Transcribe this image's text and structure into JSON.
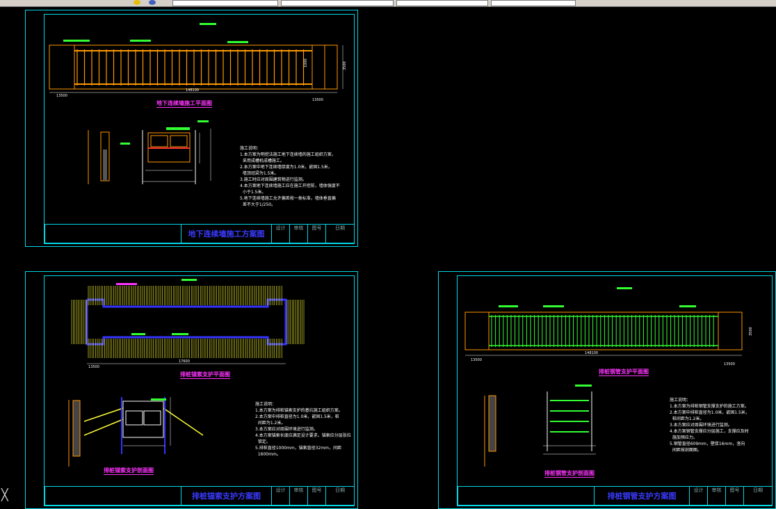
{
  "colors": {
    "frame": "#00d8e8",
    "pile": "#ff9900",
    "hatch": "#ffff33",
    "tube": "#33ff33",
    "annot": "#ff33ff",
    "blue": "#3333ff",
    "text": "#ffffff"
  },
  "sheet1": {
    "title": "地下连续墙施工方案图",
    "plan_caption": "地下连续墙施工平面图",
    "dims": {
      "total": "148100",
      "side_left": "13500",
      "side_right": "13500",
      "height_a": "3500",
      "height_b": "1000"
    },
    "notes": "施工说明：\n1.本方案为明挖法施工地下连续墙的施工组织方案，\n  采用成槽机成槽施工。\n2.本方案中地下连续墙厚度为1.0米，嵌固1.5米，\n  墙顶冠梁为1.5米。\n3.施工时应对周围建筑物进行监测。\n4.本方案地下连续墙施工应在施工开挖前，墙体强度不\n  小于1.5米。\n5.地下连续墙施工允许偏差按一类标准，墙体垂直偏\n  差不大于1/250。",
    "tblock": [
      "设计",
      "审核",
      "图号",
      "日期"
    ]
  },
  "sheet2": {
    "title": "排桩锚索支护方案图",
    "plan_caption": "排桩锚索支护平面图",
    "section_caption": "排桩锚索支护剖面图",
    "dims": {
      "total": "17600",
      "side": "13500"
    },
    "notes": "施工说明：\n1.本方案为排桩锚索支护的基坑施工组织方案。\n2.本方案中排桩直径为1.0米，嵌固1.5米，桩\n  间距为1.2米。\n3.本方案应对周围环境进行监测。\n4.本方案锚索长度应满足设计要求，锚索应分层张拉\n  锁定。\n5.排桩直径1000mm，锚索直径32mm，间距\n  1600mm。",
    "tblock": [
      "设计",
      "审核",
      "图号",
      "日期"
    ]
  },
  "sheet3": {
    "title": "排桩钢管支护方案图",
    "plan_caption": "排桩钢管支护平面图",
    "section_caption": "排桩钢管支护剖面图",
    "dims": {
      "total": "148100",
      "side_left": "13500",
      "side_right": "13500",
      "height": "3500"
    },
    "notes": "施工说明：\n1.本方案为排桩钢管支撑支护的施工方案。\n2.本方案中排桩直径为1.0米，嵌固1.5米，\n  桩间距为1.2米。\n3.本方案应对周围环境进行监测。\n4.本方案钢管支撑应分层施工，支撑应及时\n  施加预应力。\n5.钢管直径609mm，壁厚16mm，竖向\n  间距按剖面图。",
    "tblock": [
      "设计",
      "审核",
      "图号",
      "日期"
    ]
  }
}
